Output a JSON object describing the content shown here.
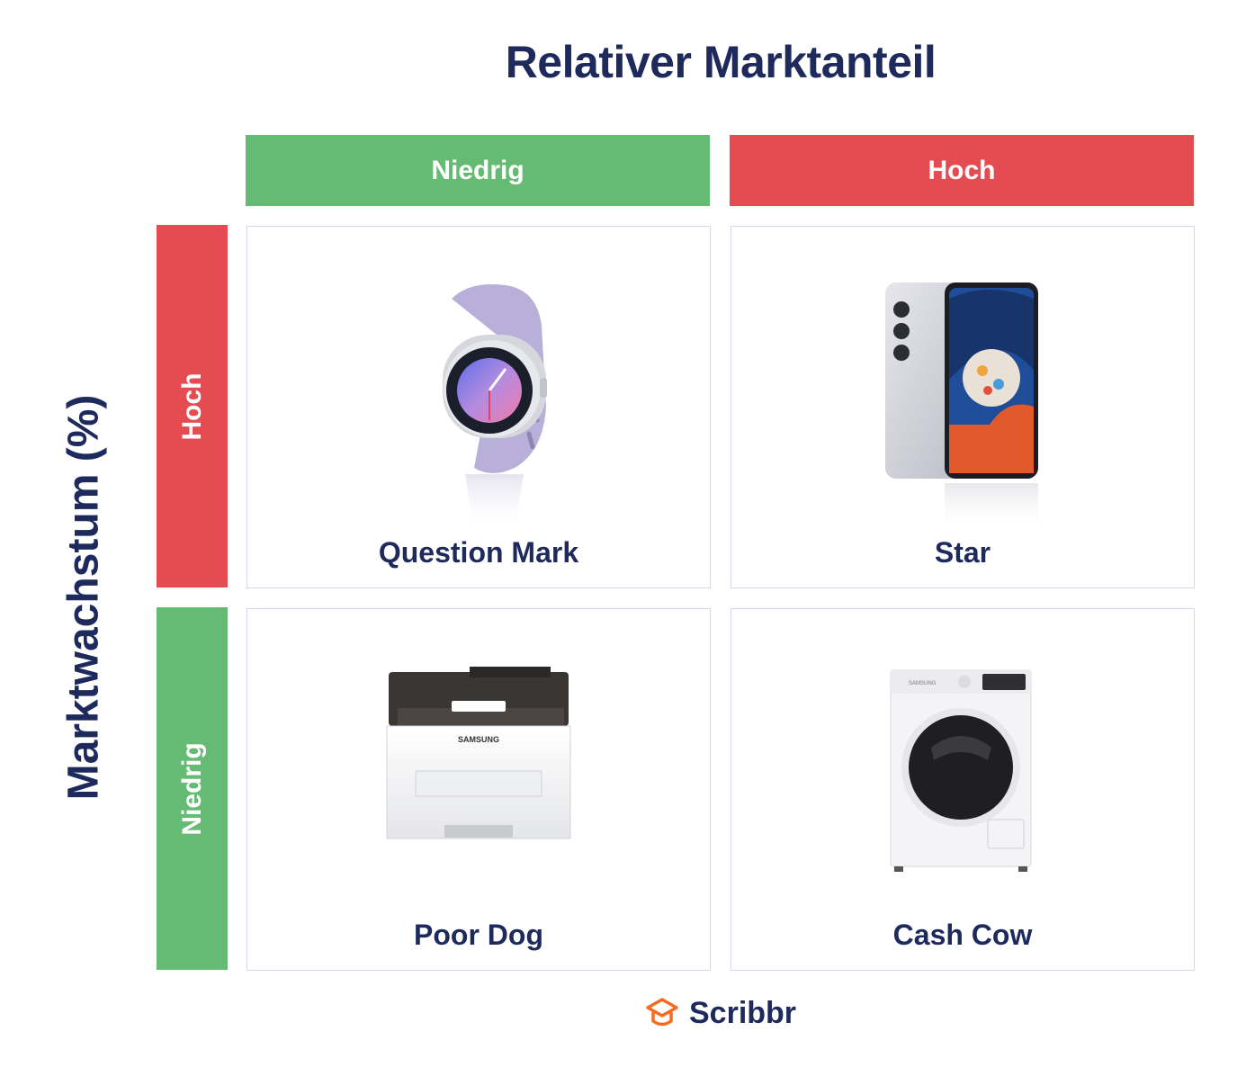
{
  "title": "Relativer Marktanteil",
  "y_axis_title": "Marktwachstum (%)",
  "columns": [
    {
      "label": "Niedrig",
      "color": "#66bb74"
    },
    {
      "label": "Hoch",
      "color": "#e54b51"
    }
  ],
  "rows": [
    {
      "label": "Hoch",
      "color": "#e54b51"
    },
    {
      "label": "Niedrig",
      "color": "#66bb74"
    }
  ],
  "cells": [
    {
      "label": "Question Mark",
      "icon": "smartwatch-icon"
    },
    {
      "label": "Star",
      "icon": "smartphone-icon"
    },
    {
      "label": "Poor Dog",
      "icon": "printer-icon"
    },
    {
      "label": "Cash Cow",
      "icon": "washing-machine-icon"
    }
  ],
  "brand": "Scribbr"
}
